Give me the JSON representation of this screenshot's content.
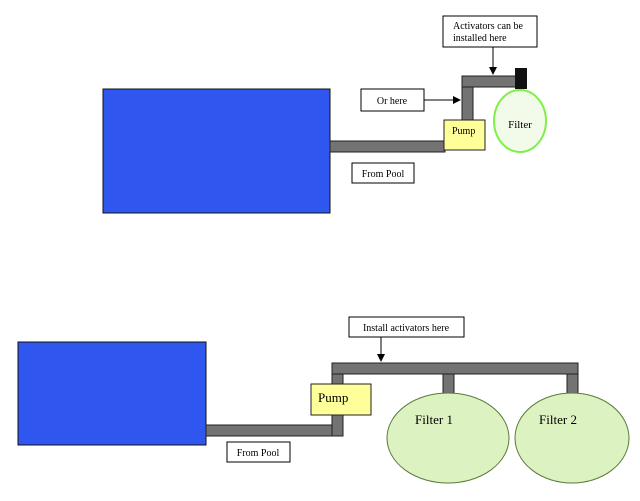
{
  "colors": {
    "pool": "#2f57f0",
    "pipe": "#737373",
    "pump": "#ffff99",
    "filter_top": "#f2fbe9",
    "filter_top_border": "#7ff04a",
    "filter_bottom": "#ddf2c1",
    "filter_bottom_border": "#5a7a3a",
    "cap": "#111111"
  },
  "top_diagram": {
    "pump_label": "Pump",
    "filter_label": "Filter",
    "callout_activators_line1": "Activators can be",
    "callout_activators_line2": "installed here",
    "callout_or_here": "Or here",
    "from_pool_label": "From Pool"
  },
  "bottom_diagram": {
    "pump_label": "Pump",
    "filter1_label": "Filter 1",
    "filter2_label": "Filter 2",
    "callout_install": "Install activators here",
    "from_pool_label": "From Pool"
  }
}
